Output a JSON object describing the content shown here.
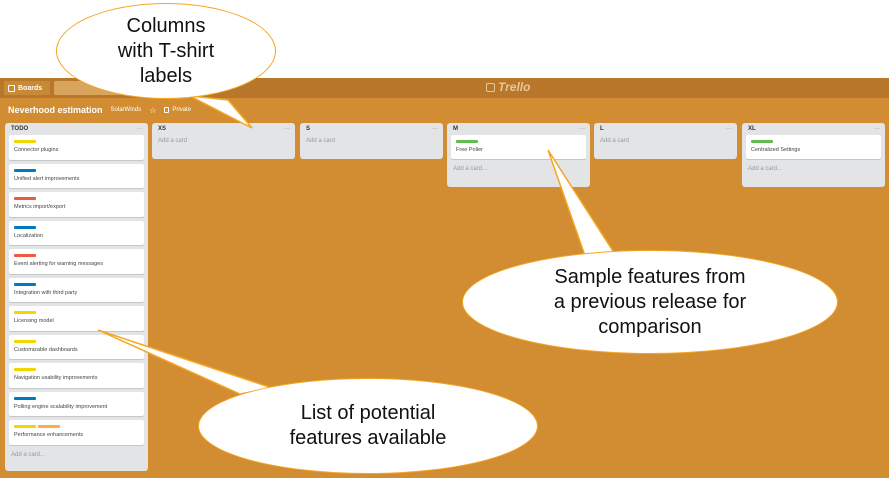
{
  "app": {
    "boards_label": "Boards",
    "logo_text": "Trello",
    "board_title": "Neverhood estimation",
    "team_label": "SolarWinds",
    "visibility_label": "Private",
    "bg_color": "#d28d32"
  },
  "todo_list": {
    "title": "TODO",
    "add_card": "Add a card...",
    "cards": [
      {
        "text": "Connector plugins",
        "labels": [
          "#f2d600"
        ]
      },
      {
        "text": "Unified alert improvements",
        "labels": [
          "#0079bf"
        ]
      },
      {
        "text": "Metrics import/export",
        "labels": [
          "#eb5a46"
        ]
      },
      {
        "text": "Localization",
        "labels": [
          "#0079bf"
        ]
      },
      {
        "text": "Event alerting for warning messages",
        "labels": [
          "#eb5a46"
        ]
      },
      {
        "text": "Integration with third party",
        "labels": [
          "#0079bf"
        ]
      },
      {
        "text": "Licensing model",
        "labels": [
          "#f2d600"
        ]
      },
      {
        "text": "Customizable dashboards",
        "labels": [
          "#f2d600"
        ]
      },
      {
        "text": "Navigation usability improvements",
        "labels": [
          "#f2d600"
        ]
      },
      {
        "text": "Polling engine scalability improvement",
        "labels": [
          "#0079bf"
        ]
      },
      {
        "text": "Performance enhancements",
        "labels": [
          "#f2d600",
          "#ffab4a"
        ]
      }
    ]
  },
  "size_lists": [
    {
      "title": "XS",
      "add_card": "Add a card",
      "cards": []
    },
    {
      "title": "S",
      "add_card": "Add a card",
      "cards": []
    },
    {
      "title": "M",
      "add_card": "Add a card...",
      "cards": [
        {
          "text": "Free Poller",
          "labels": [
            "#61bd4f"
          ]
        }
      ]
    },
    {
      "title": "L",
      "add_card": "Add a card",
      "cards": []
    },
    {
      "title": "XL",
      "add_card": "Add a card...",
      "cards": [
        {
          "text": "Centralized Settings",
          "labels": [
            "#61bd4f"
          ]
        }
      ]
    }
  ],
  "callouts": {
    "columns_line1": "Columns",
    "columns_line2": "with T-shirt",
    "columns_line3": "labels",
    "sample_line1": "Sample features from",
    "sample_line2": "a previous release for",
    "sample_line3": "comparison",
    "list_line1": "List of potential",
    "list_line2": "features available",
    "border_color": "#f5a623"
  }
}
